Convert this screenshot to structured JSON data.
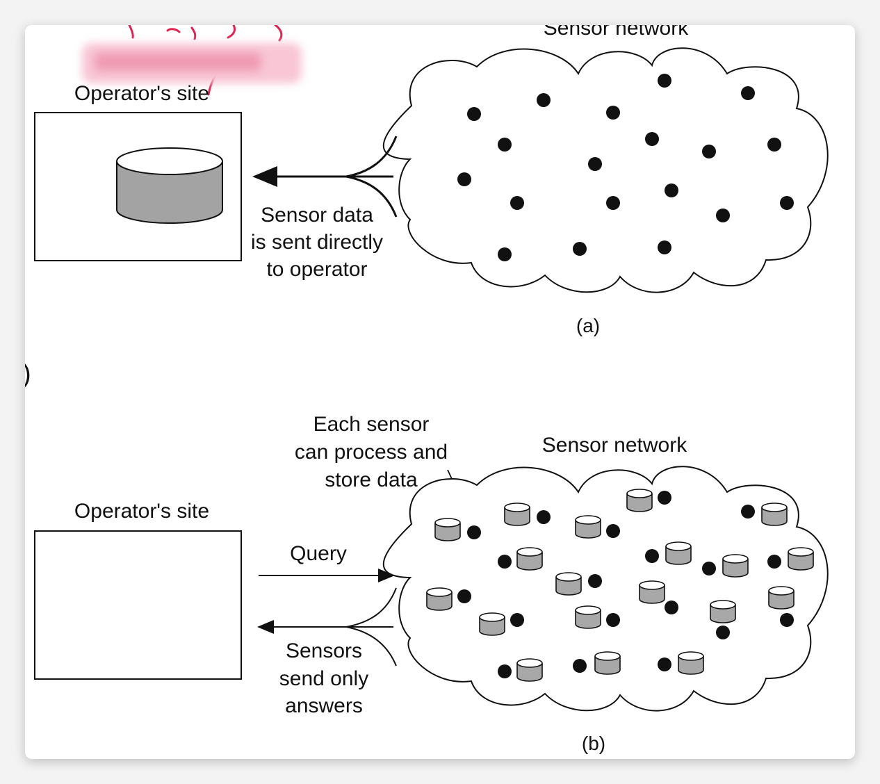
{
  "panel_a": {
    "operator_label": "Operator's site",
    "network_label": "Sensor network",
    "arrow_caption": [
      "Sensor data",
      "is sent directly",
      "to operator"
    ],
    "caption": "(a)"
  },
  "panel_b": {
    "operator_label": "Operator's site",
    "network_label": "Sensor network",
    "callout": [
      "Each sensor",
      "can process and",
      "store data"
    ],
    "query_label": "Query",
    "answers_caption": [
      "Sensors",
      "send only",
      "answers"
    ],
    "caption": "(b)"
  },
  "left_fragment": ")",
  "colors": {
    "ink": "#111111",
    "db_fill": "#a8a8a8",
    "annotation": "#e0204f"
  },
  "icons": {
    "database": "cylinder-icon",
    "sensor": "dot-icon"
  }
}
